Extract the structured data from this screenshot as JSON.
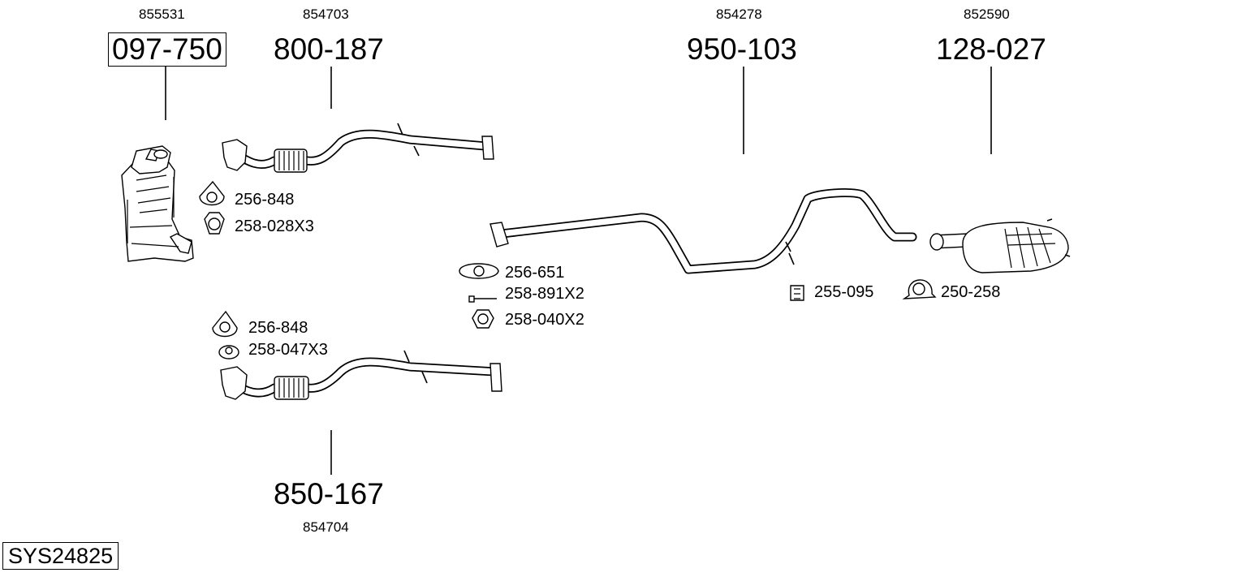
{
  "diagram": {
    "system_code": "SYS24825",
    "parts": [
      {
        "id": "catalyst",
        "ref": "855531",
        "part_no": "097-750",
        "boxed": true
      },
      {
        "id": "front-pipe-a",
        "ref": "854703",
        "part_no": "800-187",
        "boxed": false
      },
      {
        "id": "center-pipe",
        "ref": "854278",
        "part_no": "950-103",
        "boxed": false
      },
      {
        "id": "rear-silencer",
        "ref": "852590",
        "part_no": "128-027",
        "boxed": false
      },
      {
        "id": "front-pipe-b",
        "ref": "854704",
        "part_no": "850-167",
        "boxed": false
      }
    ],
    "accessories": [
      {
        "id": "gasket-1",
        "label": "256-848",
        "icon": "gasket-icon"
      },
      {
        "id": "nut-1",
        "label": "258-028X3",
        "icon": "hex-nut-icon"
      },
      {
        "id": "gasket-2",
        "label": "256-848",
        "icon": "gasket-icon"
      },
      {
        "id": "nut-2",
        "label": "258-047X3",
        "icon": "flange-nut-icon"
      },
      {
        "id": "gasket-3",
        "label": "256-651",
        "icon": "oval-gasket-icon"
      },
      {
        "id": "bolt-1",
        "label": "258-891X2",
        "icon": "bolt-icon"
      },
      {
        "id": "nut-3",
        "label": "258-040X2",
        "icon": "hex-nut-icon"
      },
      {
        "id": "mount-1",
        "label": "255-095",
        "icon": "rubber-mount-icon"
      },
      {
        "id": "clamp-1",
        "label": "250-258",
        "icon": "pipe-clamp-icon"
      }
    ]
  }
}
